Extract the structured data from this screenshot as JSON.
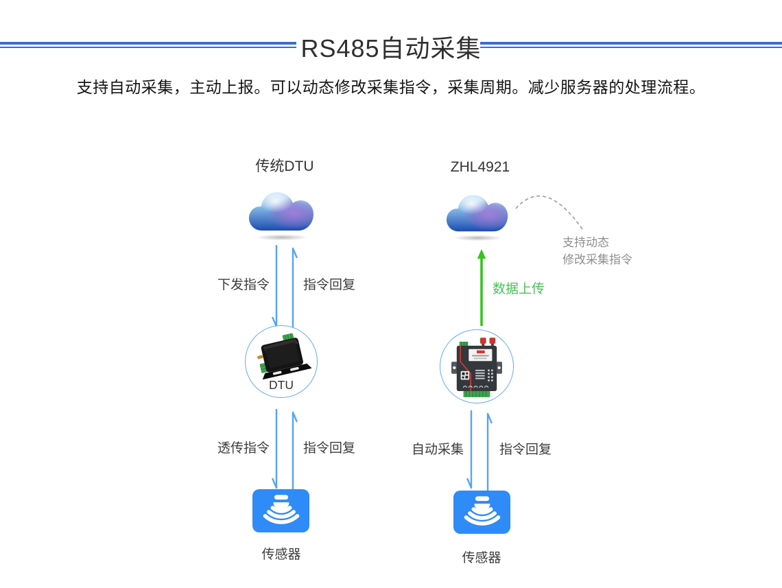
{
  "page": {
    "title": "RS485自动采集",
    "subtitle": "支持自动采集，主动上报。可以动态修改采集指令，采集周期。减少服务器的处理流程。"
  },
  "left_flow": {
    "label": "传统DTU",
    "down_command_label": "下发指令",
    "reply_label_upper": "指令回复",
    "device_label": "DTU",
    "passthrough_label": "透传指令",
    "reply_label_lower": "指令回复",
    "sensor_label": "传感器"
  },
  "right_flow": {
    "label": "ZHL4921",
    "upload_label": "数据上传",
    "note_line1": "支持动态",
    "note_line2": "修改采集指令",
    "auto_collect_label": "自动采集",
    "reply_label_lower": "指令回复",
    "sensor_label": "传感器"
  },
  "icons": {
    "cloud": "cloud-icon",
    "dtu_device": "dtu-device-icon",
    "zhl4921_device": "zhl4921-device-icon",
    "sensor": "sensor-icon",
    "arrow_down": "arrow-down-icon",
    "arrow_up": "arrow-up-icon",
    "upload_arrow": "arrow-up-green-icon",
    "dashed_curve": "dashed-curve-icon"
  },
  "colors": {
    "header_line_blue": "#3a6fc7",
    "arrow_blue": "#55a4f5",
    "upload_green": "#35c51e",
    "upload_text_green": "#47c455",
    "sensor_blue": "#2e8bf7",
    "circle_stroke_blue": "#66aaf4",
    "note_gray": "#8e8e8e"
  }
}
